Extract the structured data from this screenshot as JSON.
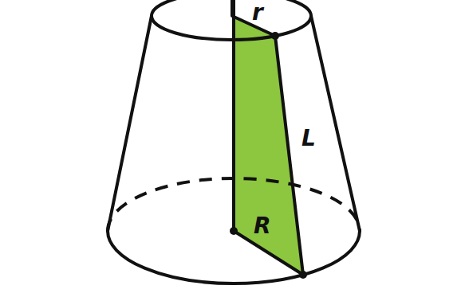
{
  "diagram": {
    "labels": [
      "r",
      "L",
      "R"
    ]
  }
}
